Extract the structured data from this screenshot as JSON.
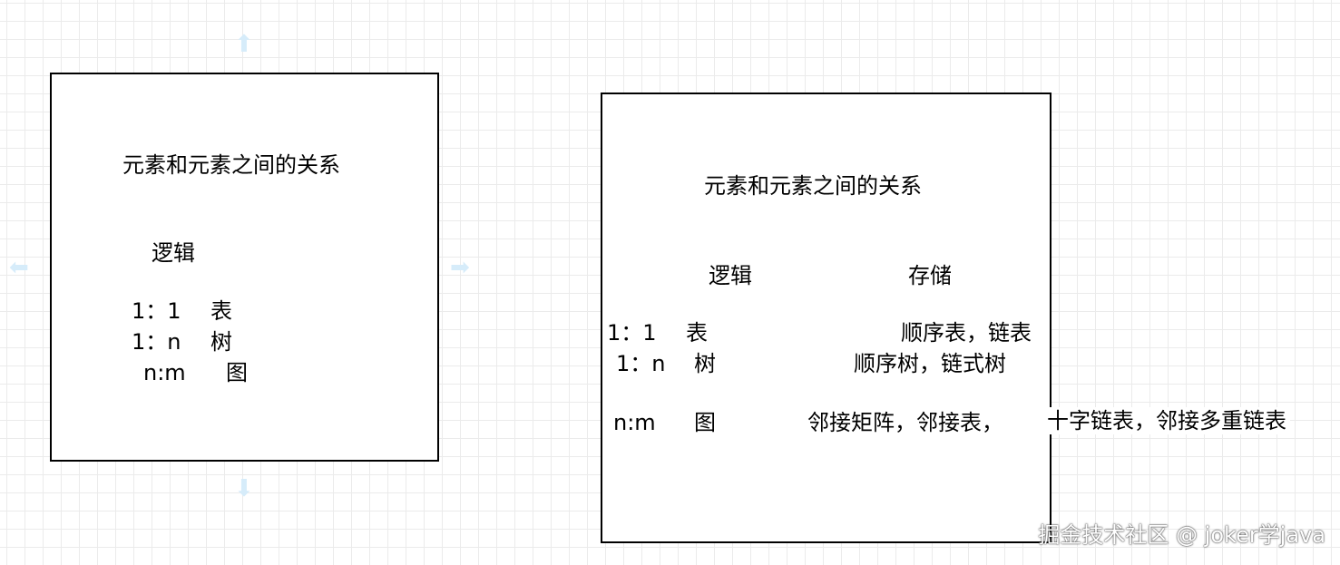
{
  "diagram": {
    "left_box": {
      "title": "元素和元素之间的关系",
      "logic_header": "逻辑",
      "rows": [
        {
          "ratio": "1：1",
          "structure": "表"
        },
        {
          "ratio": "1：n",
          "structure": "树"
        },
        {
          "ratio": "n:m",
          "structure": "图"
        }
      ]
    },
    "right_box": {
      "title": "元素和元素之间的关系",
      "logic_header": "逻辑",
      "storage_header": "存储",
      "rows": [
        {
          "ratio": "1：1",
          "structure": "表",
          "storage": "顺序表，链表"
        },
        {
          "ratio": "1：n",
          "structure": "树",
          "storage": "顺序树，链式树"
        },
        {
          "ratio": "n:m",
          "structure": "图",
          "storage": "邻接矩阵，邻接表，",
          "storage_extra": "十字链表，邻接多重链表"
        }
      ]
    },
    "watermark": "掘金技术社区 @ joker学java"
  }
}
